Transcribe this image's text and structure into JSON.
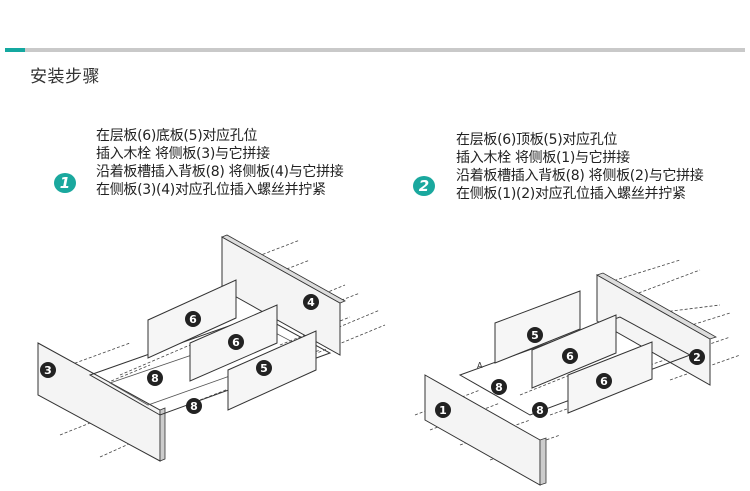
{
  "header": {
    "section_title": "安装步骤",
    "accent_color": "#14a8a0",
    "bar_color": "#c9c9c9"
  },
  "steps": [
    {
      "number": "1",
      "badge_color": "#1aa89e",
      "lines": [
        "在层板(6)底板(5)对应孔位",
        "插入木栓 将侧板(3)与它拼接",
        "沿着板槽插入背板(8) 将侧板(4)与它拼接",
        "在侧板(3)(4)对应孔位插入螺丝并拧紧"
      ],
      "parts": [
        "3",
        "4",
        "6",
        "6",
        "5",
        "8",
        "8"
      ]
    },
    {
      "number": "2",
      "badge_color": "#1aa89e",
      "lines": [
        "在层板(6)顶板(5)对应孔位",
        "插入木栓 将侧板(1)与它拼接",
        "沿着板槽插入背板(8) 将侧板(2)与它拼接",
        "在侧板(1)(2)对应孔位插入螺丝并拧紧"
      ],
      "parts": [
        "5",
        "6",
        "6",
        "2",
        "8",
        "8",
        "1"
      ],
      "note": "A"
    }
  ]
}
